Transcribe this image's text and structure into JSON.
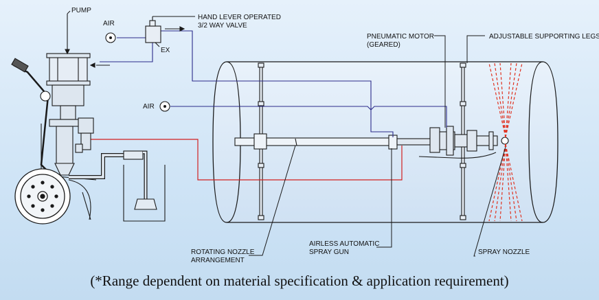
{
  "labels": {
    "pump": "PUMP",
    "air_top": "AIR",
    "air_mid": "AIR",
    "valve_line1": "HAND LEVER OPERATED",
    "valve_line2": "3/2 WAY VALVE",
    "ex": "EX",
    "motor_line1": "PNEUMATIC MOTOR",
    "motor_line2": "(GEARED)",
    "legs": "ADJUSTABLE SUPPORTING LEGS",
    "rotating_line1": "ROTATING NOZZLE",
    "rotating_line2": "ARRANGEMENT",
    "gun_line1": "AIRLESS AUTOMATIC",
    "gun_line2": "SPRAY GUN",
    "nozzle": "SPRAY NOZZLE"
  },
  "caption": "(*Range dependent on material specification & application requirement)",
  "colors": {
    "line": "#1a1a1a",
    "air_line": "#2a2a8a",
    "fluid_line": "#d21f1f",
    "spray": "#e0301e",
    "tank_fill": "#d9e8f6"
  }
}
